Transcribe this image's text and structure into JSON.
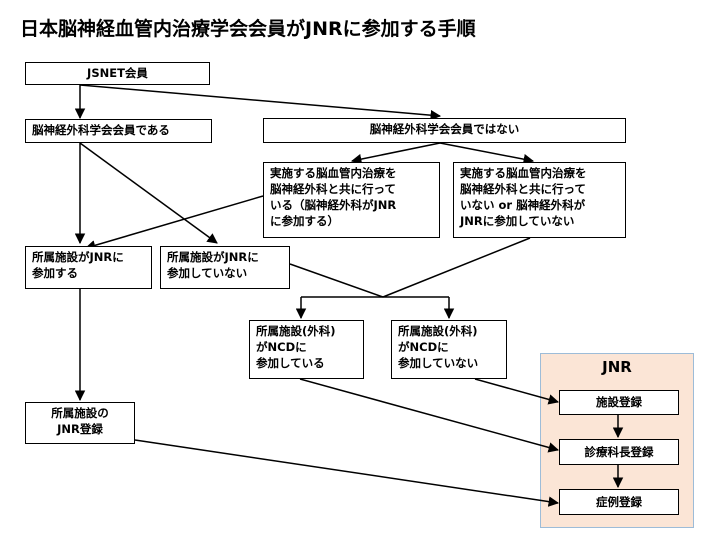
{
  "title": "日本脳神経血管内治療学会会員がJNRに参加する手順",
  "nodes": {
    "jsnet": "JSNET会員",
    "member_yes": "脳神経外科学会会員である",
    "member_no": "脳神経外科学会会員ではない",
    "with_neuro": "実施する脳血管内治療を\n脳神経外科と共に行って\nいる（脳神経外科がJNR\nに参加する）",
    "without_neuro": "実施する脳血管内治療を\n脳神経外科と共に行って\nいない or 脳神経外科が\nJNRに参加していない",
    "fac_jnr_yes": "所属施設がJNRに\n参加する",
    "fac_jnr_no": "所属施設がJNRに\n参加していない",
    "ncd_yes": "所属施設(外科)\nがNCDに\n参加している",
    "ncd_no": "所属施設(外科)\nがNCDに\n参加していない",
    "fac_register": "所属施設の\nJNR登録",
    "jnr_header": "JNR",
    "step_facility": "施設登録",
    "step_chief": "診療科長登録",
    "step_case": "症例登録"
  },
  "colors": {
    "jnr_panel_fill": "#fbe5d6",
    "jnr_panel_border": "#9dbcd8"
  }
}
